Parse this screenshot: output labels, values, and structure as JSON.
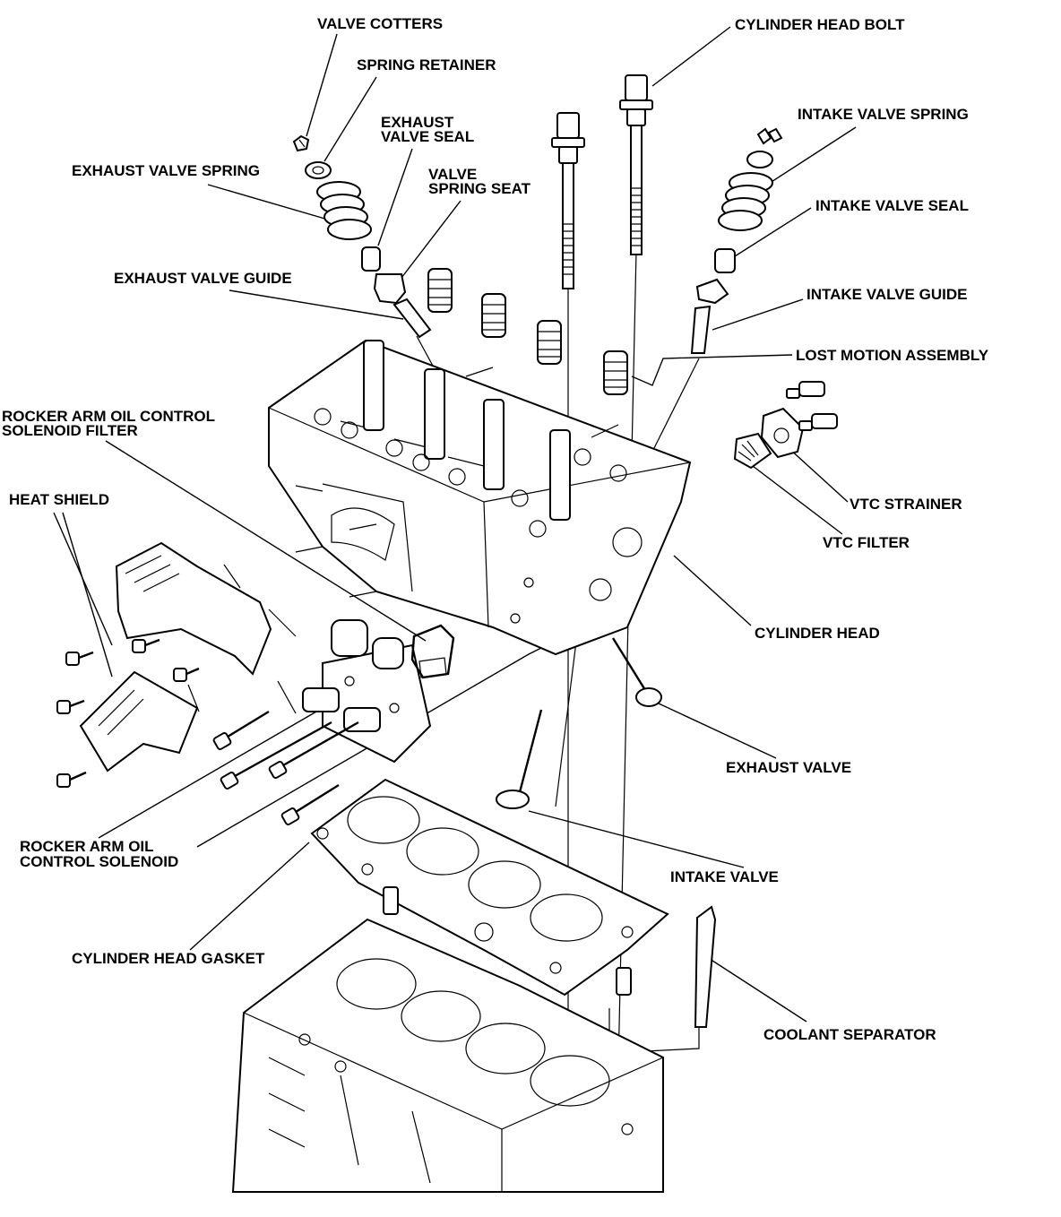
{
  "labels": {
    "valve_cotters": "VALVE COTTERS",
    "spring_retainer": "SPRING RETAINER",
    "exhaust_valve_seal_1": "EXHAUST",
    "exhaust_valve_seal_2": "VALVE SEAL",
    "exhaust_valve_spring": "EXHAUST VALVE SPRING",
    "valve_spring_seat_1": "VALVE",
    "valve_spring_seat_2": "SPRING SEAT",
    "exhaust_valve_guide": "EXHAUST VALVE GUIDE",
    "rocker_filter_1": "ROCKER ARM OIL CONTROL",
    "rocker_filter_2": "SOLENOID FILTER",
    "heat_shield": "HEAT SHIELD",
    "rocker_solenoid_1": "ROCKER ARM OIL",
    "rocker_solenoid_2": "CONTROL SOLENOID",
    "cylinder_head_gasket": "CYLINDER HEAD GASKET",
    "cylinder_head_bolt": "CYLINDER HEAD BOLT",
    "intake_valve_spring": "INTAKE VALVE SPRING",
    "intake_valve_seal": "INTAKE VALVE SEAL",
    "intake_valve_guide": "INTAKE VALVE GUIDE",
    "lost_motion_assembly": "LOST MOTION ASSEMBLY",
    "vtc_strainer": "VTC STRAINER",
    "vtc_filter": "VTC FILTER",
    "cylinder_head": "CYLINDER HEAD",
    "exhaust_valve": "EXHAUST VALVE",
    "intake_valve": "INTAKE VALVE",
    "coolant_separator": "COOLANT SEPARATOR"
  }
}
